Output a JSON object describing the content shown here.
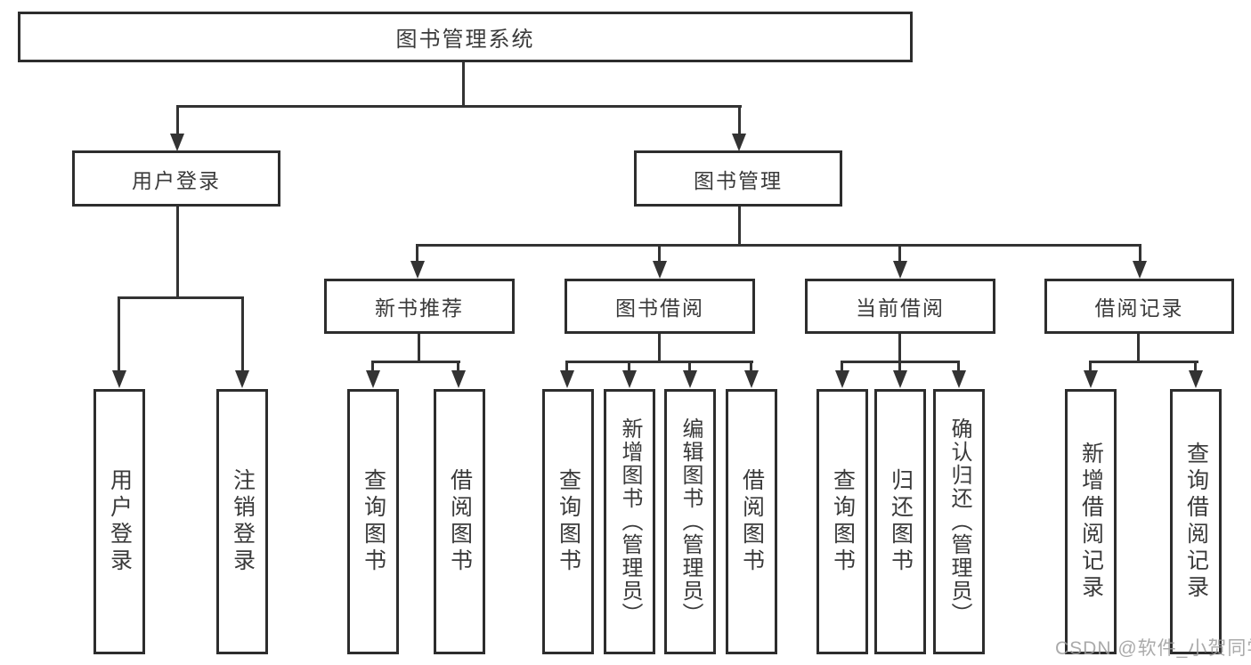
{
  "title": "图书管理系统",
  "level2": [
    {
      "label": "用户登录"
    },
    {
      "label": "图书管理"
    }
  ],
  "level3": [
    {
      "label": "新书推荐",
      "parent": "图书管理"
    },
    {
      "label": "图书借阅",
      "parent": "图书管理"
    },
    {
      "label": "当前借阅",
      "parent": "图书管理"
    },
    {
      "label": "借阅记录",
      "parent": "图书管理"
    }
  ],
  "leaves": [
    {
      "label": "用户登录",
      "parent": "用户登录"
    },
    {
      "label": "注销登录",
      "parent": "用户登录"
    },
    {
      "label": "查询图书",
      "parent": "新书推荐"
    },
    {
      "label": "借阅图书",
      "parent": "新书推荐"
    },
    {
      "label": "查询图书",
      "parent": "图书借阅"
    },
    {
      "label": "新增图书（管理员）",
      "parent": "图书借阅"
    },
    {
      "label": "编辑图书（管理员）",
      "parent": "图书借阅"
    },
    {
      "label": "借阅图书",
      "parent": "图书借阅"
    },
    {
      "label": "查询图书",
      "parent": "当前借阅"
    },
    {
      "label": "归还图书",
      "parent": "当前借阅"
    },
    {
      "label": "确认归还（管理员）",
      "parent": "当前借阅"
    },
    {
      "label": "新增借阅记录",
      "parent": "借阅记录"
    },
    {
      "label": "查询借阅记录",
      "parent": "借阅记录"
    }
  ],
  "watermark": "CSDN @软件_小贺同学",
  "icons": {
    "arrow_down": "solid-down-triangle"
  },
  "colors": {
    "background": "#ffffff",
    "fill": "#ffffff",
    "border": "#2d2d2d",
    "line": "#333333",
    "text": "#3a3a3a",
    "watermark": "#9c9c9c"
  }
}
